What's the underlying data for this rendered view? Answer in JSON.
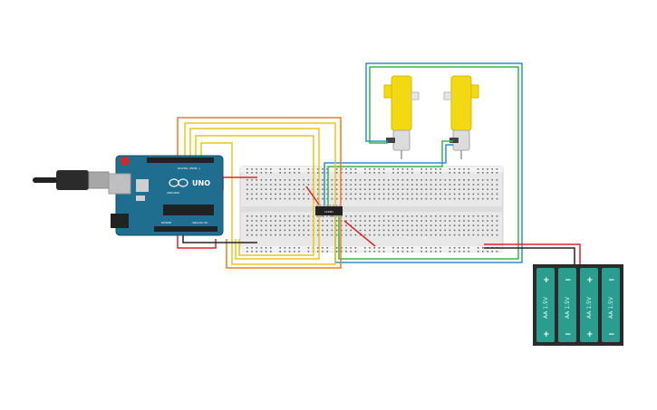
{
  "arduino": {
    "board_label": "UNO",
    "brand_label": "ARDUINO",
    "header_label": "DIGITAL (PWM~)",
    "power_label": "POWER",
    "analog_label": "ANALOG IN"
  },
  "driver_ic": {
    "label": "L293D"
  },
  "battery": {
    "cell_label": "AA 1.5V",
    "plus_symbol": "+",
    "minus_symbol": "−"
  },
  "colors": {
    "wire_red": "#e0202a",
    "wire_orange": "#f07a1e",
    "wire_yellow": "#e8c51e",
    "wire_green": "#39b54a",
    "wire_blue": "#2d8fd0",
    "wire_black": "#222222",
    "board_blue": "#1f6d8f",
    "motor_yellow": "#f3d913",
    "battery_teal": "#2a9d8f"
  }
}
